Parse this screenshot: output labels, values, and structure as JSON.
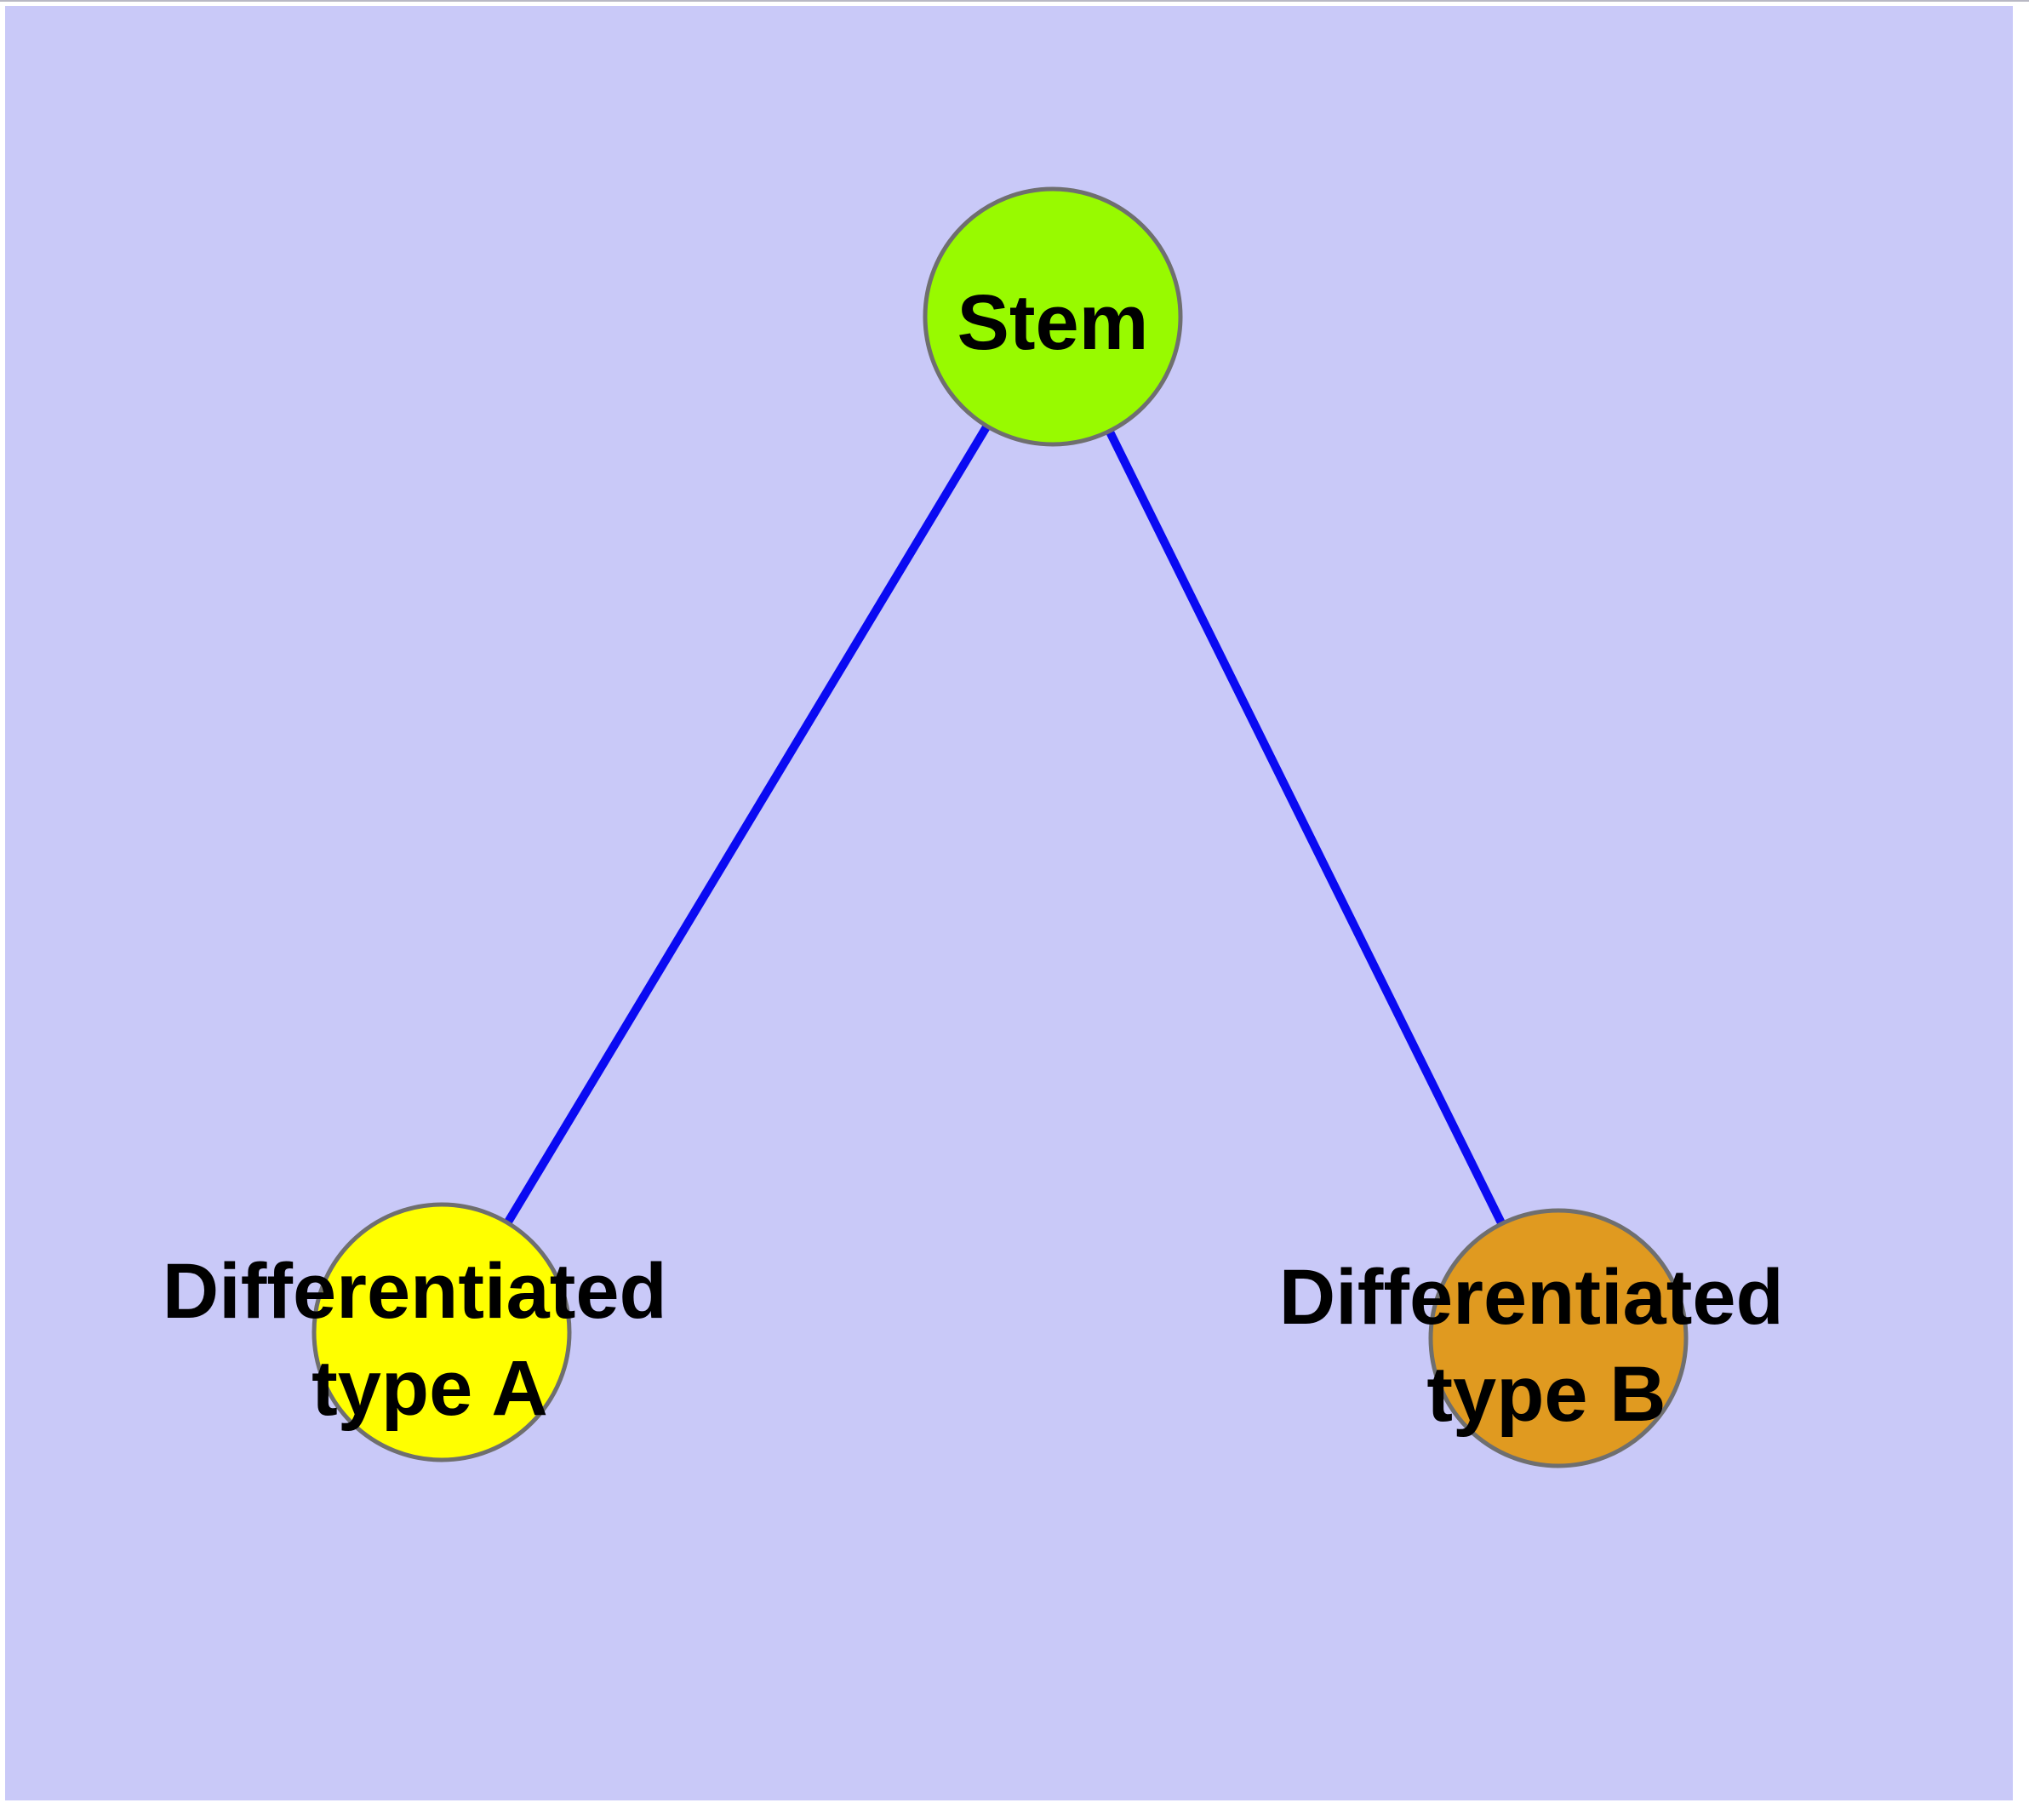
{
  "diagram": {
    "title": "cell-differentiation-graph",
    "background_color": "#c9c9f8",
    "page_margin_color": "#ffffff",
    "node_border_color": "#6f6f6f",
    "edge_color": "#0a0af2",
    "nodes": {
      "stem": {
        "label": "Stem",
        "fill": "#98fa00"
      },
      "diff_a": {
        "label_line1": "Differentiated",
        "label_line2": "type A",
        "fill": "#ffff00"
      },
      "diff_b": {
        "label_line1": "Differentiated",
        "label_line2": "type B",
        "fill": "#e09a20"
      }
    },
    "edges": [
      {
        "from": "stem",
        "to": "diff_a"
      },
      {
        "from": "stem",
        "to": "diff_b"
      }
    ]
  }
}
